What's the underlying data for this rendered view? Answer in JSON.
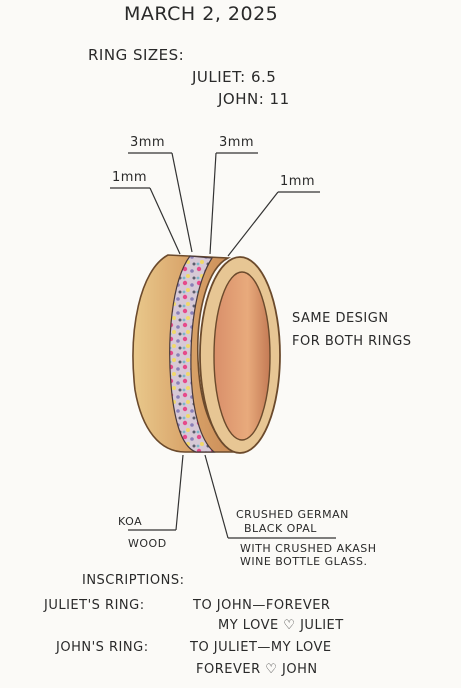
{
  "header": {
    "date": "MARCH 2, 2025"
  },
  "sizes": {
    "label": "RING SIZES:",
    "juliet": "JULIET: 6.5",
    "john": "JOHN: 11"
  },
  "dimensions": {
    "inlay_left": "3mm",
    "inlay_right": "3mm",
    "rim_left": "1mm",
    "rim_right": "1mm"
  },
  "note": {
    "line1": "SAME DESIGN",
    "line2": "FOR BOTH RINGS"
  },
  "materials": {
    "wood_line1": "KOA",
    "wood_line2": "WOOD",
    "inlay_line1": "CRUSHED GERMAN",
    "inlay_line2": "BLACK OPAL",
    "inlay_line3": "WITH CRUSHED AKASH",
    "inlay_line4": "WINE BOTTLE GLASS."
  },
  "inscriptions": {
    "title": "INSCRIPTIONS:",
    "juliet_label": "JULIET'S RING:",
    "juliet_line1": "TO JOHN—FOREVER",
    "juliet_line2": "MY LOVE ♡ JULIET",
    "john_label": "JOHN'S RING:",
    "john_line1": "TO JULIET—MY LOVE",
    "john_line2": "FOREVER ♡ JOHN"
  }
}
